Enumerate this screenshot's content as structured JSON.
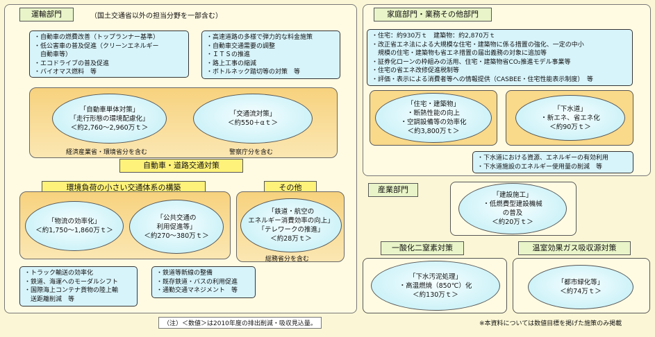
{
  "transport": {
    "title": "運輸部門",
    "subtitle": "（国土交通省以外の担当分野を一部含む）",
    "callout_left": [
      "・自動車の燃費改善（トップランナー基準）",
      "・低公害車の普及促進（クリーンエネルギー",
      "　自動車等）",
      "・エコドライブの普及促進",
      "・バイオマス燃料　等"
    ],
    "callout_right": [
      "・高速道路の多様で弾力的な料金施策",
      "・自動車交通需要の調整",
      "・ＩＴＳの推進",
      "・路上工事の縮減",
      "・ボトルネック踏切等の対策　等"
    ],
    "oval_vehicle": [
      "「自動車単体対策」",
      "「走行形態の環境配慮化」",
      "＜約2,760～2,960万ｔ＞"
    ],
    "oval_traffic": [
      "「交通流対策」",
      "＜約550＋αｔ＞"
    ],
    "note_meti": "経済産業省・環境省分を含む",
    "note_police": "警察庁分を含む",
    "road_bar": "自動車・道路交通対策",
    "lowenv_bar": "環境負荷の小さい交通体系の構築",
    "other_bar": "その他",
    "oval_logistics": [
      "「物流の効率化」",
      "＜約1,750～1,860万ｔ＞"
    ],
    "oval_public": [
      "「公共交通の",
      "利用促進等」",
      "＜約270～380万ｔ＞"
    ],
    "oval_other": [
      "「鉄道・航空の",
      "エネルギー消費効率の向上」",
      "「テレワークの推進」",
      "＜約28万ｔ＞"
    ],
    "note_mic": "総務省分を含む",
    "callout_logistics": [
      "・トラック輸送の効率化",
      "・鉄道、海運へのモーダルシフト",
      "・国際海上コンテナ貨物の陸上輸",
      "　送距離削減　等"
    ],
    "callout_public": [
      "・鉄道等新線の整備",
      "・既存鉄道・バスの利用促進",
      "・通勤交通マネジメント　等"
    ],
    "footnote": "（注）＜数値＞は2010年度の排出削減・吸収見込量。"
  },
  "household": {
    "title": "家庭部門・業務その他部門",
    "callout": [
      "・住宅：約930万ｔ　建築物：約2,870万ｔ",
      "・改正省エネ法による大規模な住宅・建築物に係る措置の強化、一定の中小",
      "　規模の住宅・建築物も省エネ措置の届出義務の対象に追加等",
      "・証券化ローンの枠組みの活用、住宅・建築物省CO₂推進モデル事業等",
      "・住宅の省エネ改修促進税制等",
      "・評価・表示による消費者等への情報提供（CASBEE・住宅性能表示制度）　等"
    ],
    "oval_housing": [
      "「住宅・建築物」",
      "・断熱性能の向上",
      "・空調設備等の効率化",
      "＜約3,800万ｔ＞"
    ],
    "oval_sewer": [
      "「下水道」",
      "・新エネ、省エネ化",
      "＜約90万ｔ＞"
    ],
    "callout_sewer": [
      "・下水道における資源、エネルギーの有効利用",
      "・下水道施設のエネルギー使用量の削減　等"
    ]
  },
  "industry": {
    "title": "産業部門",
    "oval": [
      "「建設施工」",
      "・低燃費型建設機械",
      "の普及",
      "＜約20万ｔ＞"
    ]
  },
  "n2o": {
    "title": "一酸化二窒素対策",
    "oval": [
      "「下水汚泥処理」",
      "・高温燃焼（850℃）化",
      "＜約130万ｔ＞"
    ]
  },
  "sink": {
    "title": "温室効果ガス吸収源対策",
    "oval": [
      "「都市緑化等」",
      "＜約74万ｔ＞"
    ]
  },
  "bottom_note": "※本資料については数値目標を掲げた施策のみ掲載"
}
